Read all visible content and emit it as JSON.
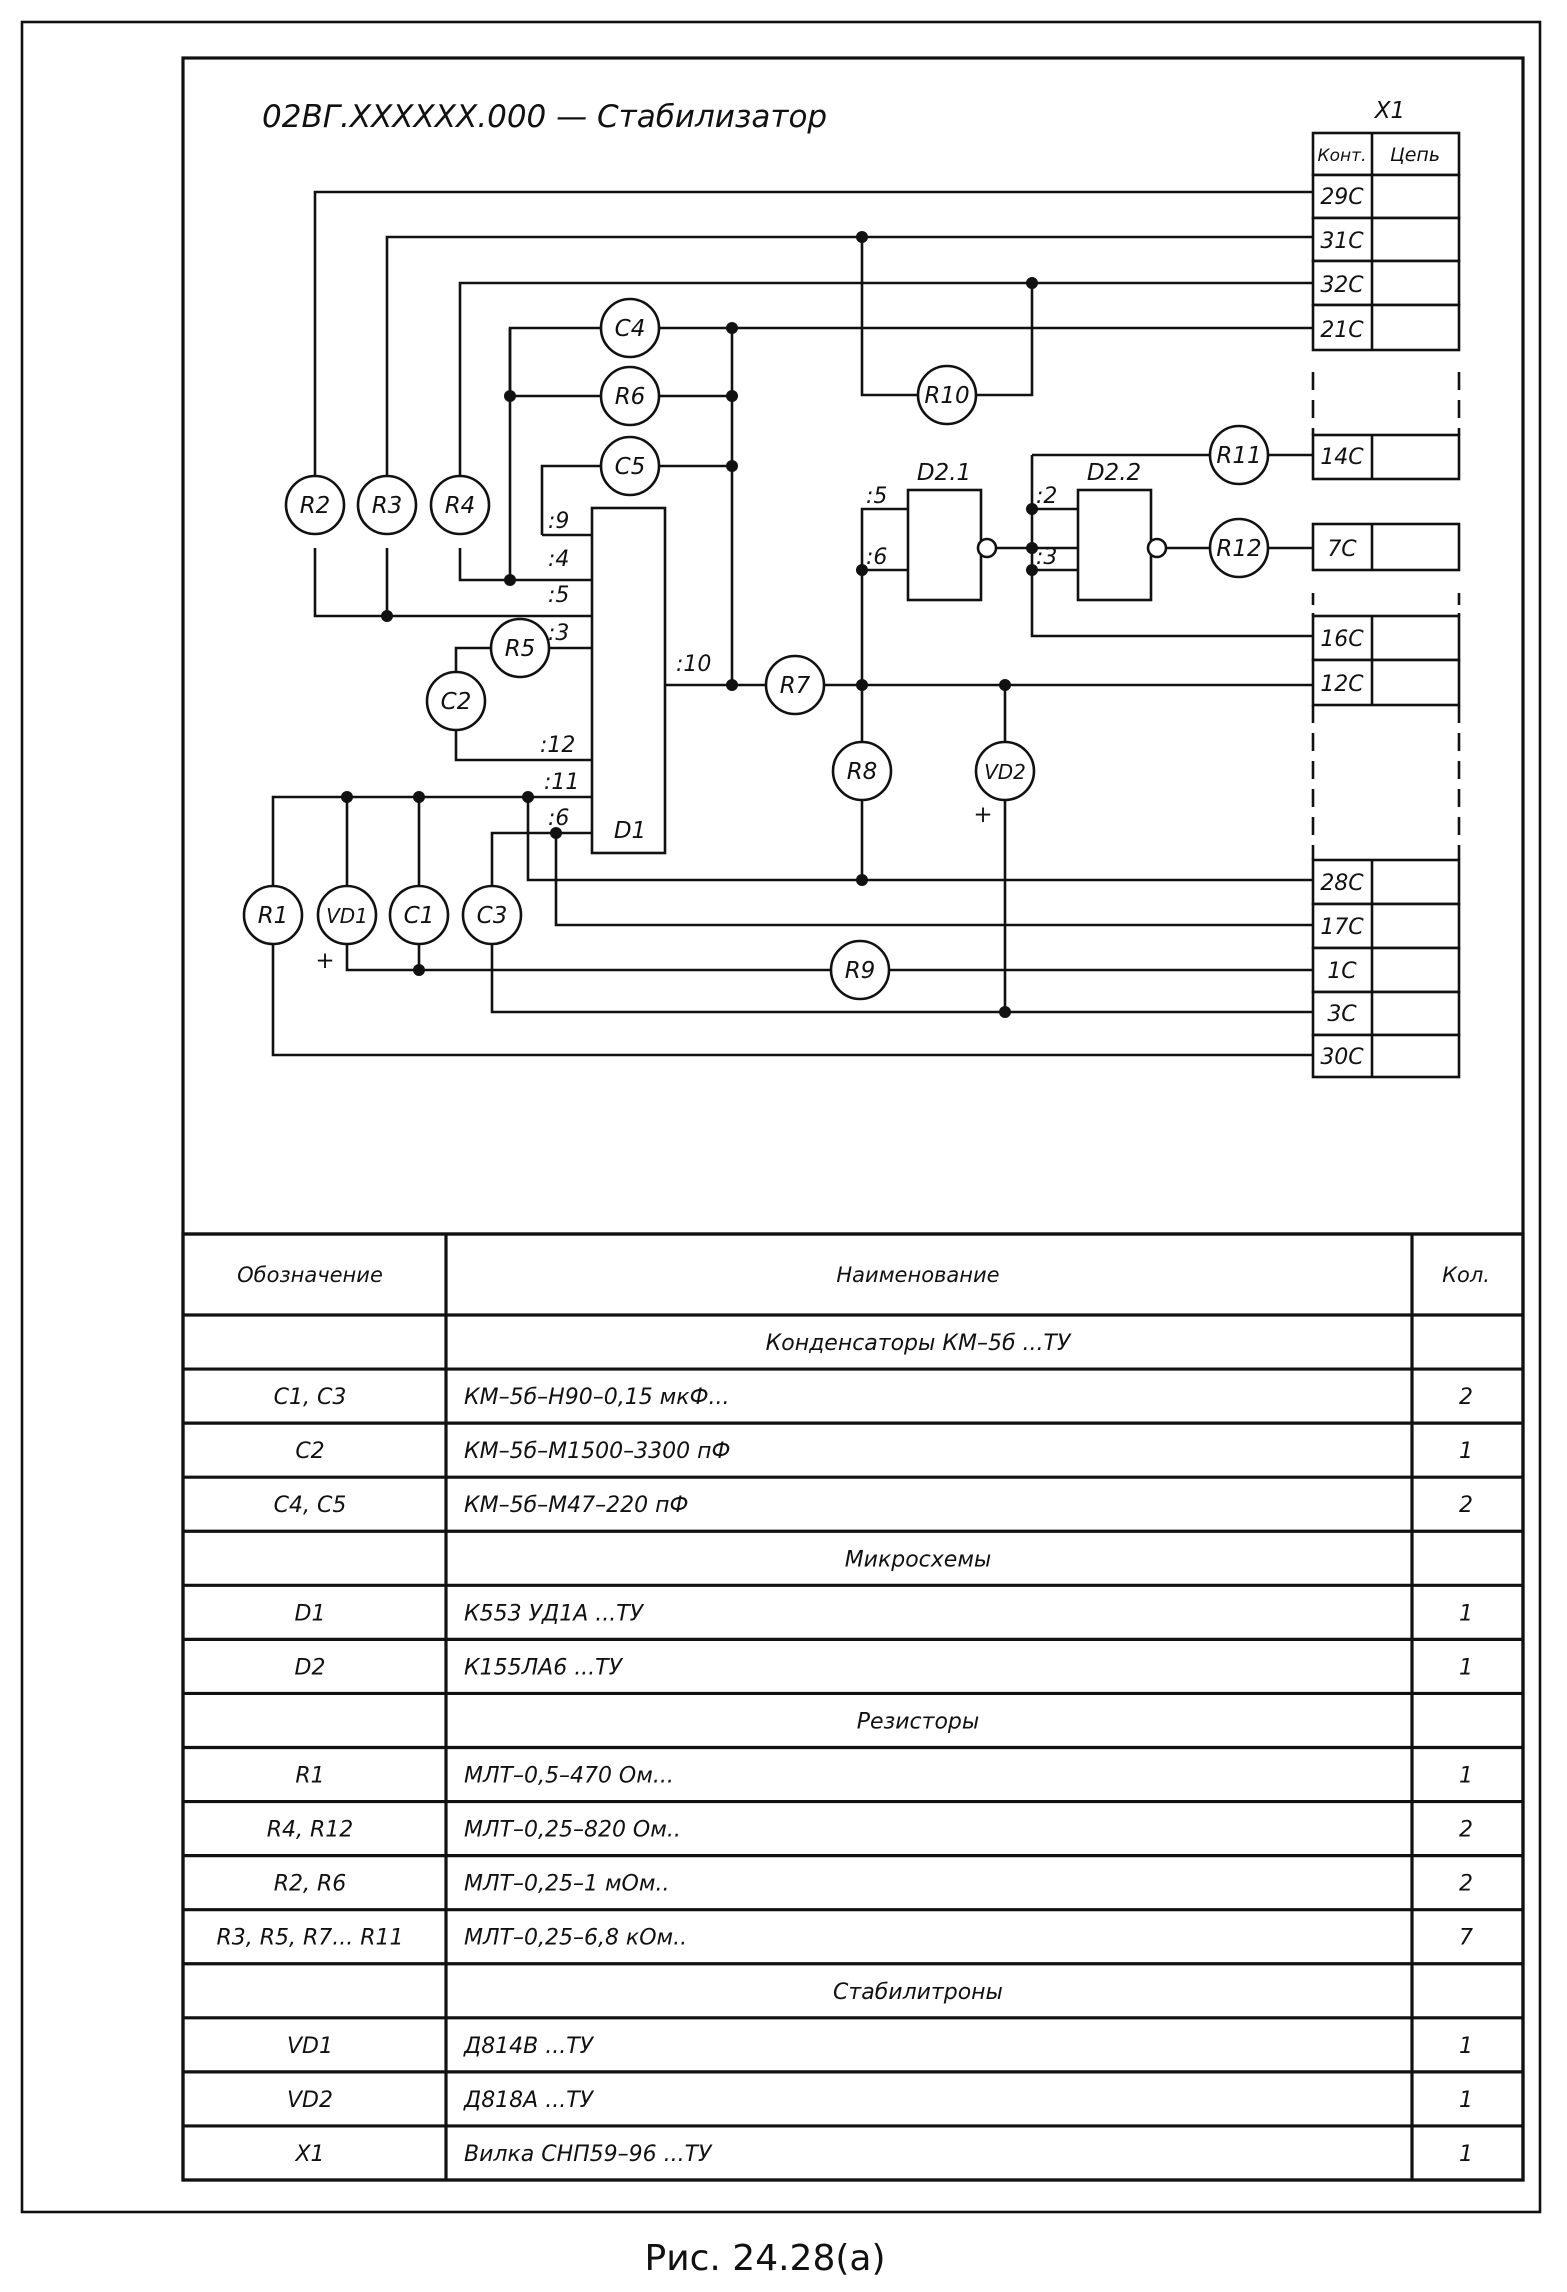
{
  "title": "02ВГ.XXXXXX.000  —  Стабилизатор",
  "connector": {
    "name": "X1",
    "headers": [
      "Конт.",
      "Цепь"
    ],
    "contacts": [
      "29С",
      "31С",
      "32С",
      "21С",
      "14С",
      "7С",
      "16С",
      "12С",
      "28С",
      "17С",
      "1С",
      "3С",
      "30С"
    ]
  },
  "components": {
    "resistors": [
      "R1",
      "R2",
      "R3",
      "R4",
      "R5",
      "R6",
      "R7",
      "R8",
      "R9",
      "R10",
      "R11",
      "R12"
    ],
    "capacitors": [
      "C1",
      "C2",
      "C3",
      "C4",
      "C5"
    ],
    "diodes": [
      "VD1",
      "VD2"
    ],
    "chips": [
      "D1",
      "D2.1",
      "D2.2"
    ]
  },
  "pins": {
    "d1": [
      ":9",
      ":4",
      ":5",
      ":3",
      ":12",
      ":11",
      ":6",
      ":10"
    ],
    "d21": [
      ":5",
      ":6"
    ],
    "d22": [
      ":2",
      ":3"
    ]
  },
  "plus": "+",
  "table": {
    "headers": [
      "Обозначение",
      "Наименование",
      "Кол."
    ],
    "rows": [
      {
        "designation": "",
        "name": "Конденсаторы  КМ–5б  ...ТУ",
        "qty": "",
        "section": true
      },
      {
        "designation": "С1,  С3",
        "name": "КМ–5б–Н90–0,15  мкФ...",
        "qty": "2",
        "section": false
      },
      {
        "designation": "С2",
        "name": "КМ–5б–М1500–3300  пФ",
        "qty": "1",
        "section": false
      },
      {
        "designation": "С4,  С5",
        "name": "КМ–5б–М47–220  пФ",
        "qty": "2",
        "section": false
      },
      {
        "designation": "",
        "name": "Микросхемы",
        "qty": "",
        "section": true
      },
      {
        "designation": "D1",
        "name": "К553  УД1А  ...ТУ",
        "qty": "1",
        "section": false
      },
      {
        "designation": "D2",
        "name": "К155ЛА6  ...ТУ",
        "qty": "1",
        "section": false
      },
      {
        "designation": "",
        "name": "Резисторы",
        "qty": "",
        "section": true
      },
      {
        "designation": "R1",
        "name": "МЛТ–0,5–470  Ом...",
        "qty": "1",
        "section": false
      },
      {
        "designation": "R4,  R12",
        "name": "МЛТ–0,25–820  Ом..",
        "qty": "2",
        "section": false
      },
      {
        "designation": "R2,  R6",
        "name": "МЛТ–0,25–1  мОм..",
        "qty": "2",
        "section": false
      },
      {
        "designation": "R3,  R5,  R7...  R11",
        "name": "МЛТ–0,25–6,8  кОм..",
        "qty": "7",
        "section": false
      },
      {
        "designation": "",
        "name": "Стабилитроны",
        "qty": "",
        "section": true
      },
      {
        "designation": "VD1",
        "name": "Д814В  ...ТУ",
        "qty": "1",
        "section": false
      },
      {
        "designation": "VD2",
        "name": "Д818А  ...ТУ",
        "qty": "1",
        "section": false
      },
      {
        "designation": "X1",
        "name": "Вилка  СНП59–96  ...ТУ",
        "qty": "1",
        "section": false
      }
    ]
  },
  "caption": "Рис. 24.28(а)"
}
